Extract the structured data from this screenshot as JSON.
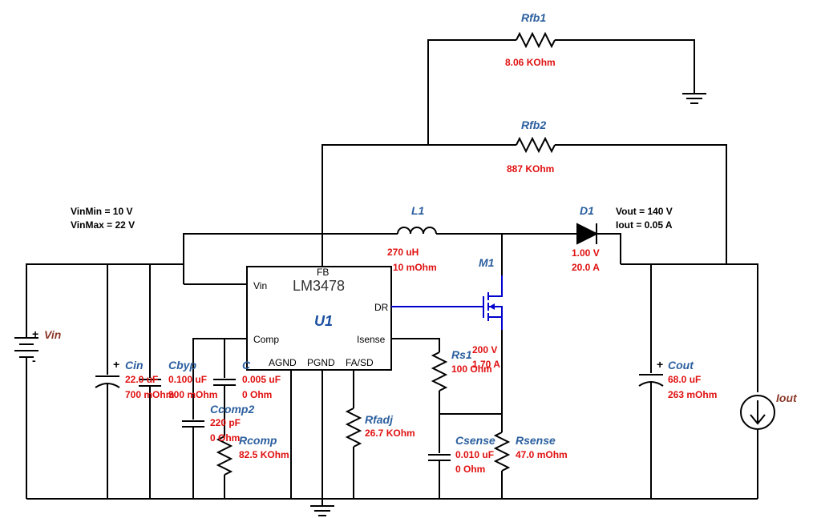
{
  "design": {
    "vin_min": "VinMin = 10 V",
    "vin_max": "VinMax = 22 V",
    "vout": "Vout = 140 V",
    "iout": "Iout = 0.05 A"
  },
  "ic": {
    "part": "LM3478",
    "ref": "U1",
    "pins": {
      "fb": "FB",
      "vin": "Vin",
      "dr": "DR",
      "comp": "Comp",
      "isense": "Isense",
      "agnd": "AGND",
      "pgnd": "PGND",
      "fasd": "FA/SD"
    }
  },
  "components": {
    "rfb1": {
      "name": "Rfb1",
      "value": "8.06 KOhm"
    },
    "rfb2": {
      "name": "Rfb2",
      "value": "887 KOhm"
    },
    "l1": {
      "name": "L1",
      "value": "270 uH",
      "esr": "10 mOhm"
    },
    "d1": {
      "name": "D1",
      "vf": "1.00 V",
      "current": "20.0 A"
    },
    "m1": {
      "name": "M1",
      "voltage": "200 V",
      "current": "1.70 A"
    },
    "rs1": {
      "name": "Rs1",
      "value": "100 Ohm"
    },
    "csense": {
      "name": "Csense",
      "value": "0.010 uF",
      "esr": "0 Ohm"
    },
    "rsense": {
      "name": "Rsense",
      "value": "47.0 mOhm"
    },
    "rfadj": {
      "name": "Rfadj",
      "value": "26.7 KOhm"
    },
    "cin": {
      "name": "Cin",
      "value": "22.0 uF",
      "esr": "700 mOhm"
    },
    "cbyp": {
      "name": "Cbyp",
      "value": "0.100 uF",
      "esr": "300 mOhm"
    },
    "ccomp": {
      "name": "C",
      "value": "0.005 uF",
      "esr": "0 Ohm"
    },
    "ccomp2": {
      "name": "Ccomp2",
      "value": "220 pF",
      "esr": "0 Ohm"
    },
    "rcomp": {
      "name": "Rcomp",
      "value": "82.5 KOhm"
    },
    "cout": {
      "name": "Cout",
      "value": "68.0 uF",
      "esr": "263 mOhm"
    },
    "vin": {
      "name": "Vin",
      "plus": "+",
      "minus": "-"
    },
    "iout": {
      "name": "Iout"
    }
  },
  "polarity": {
    "plus": "+"
  }
}
